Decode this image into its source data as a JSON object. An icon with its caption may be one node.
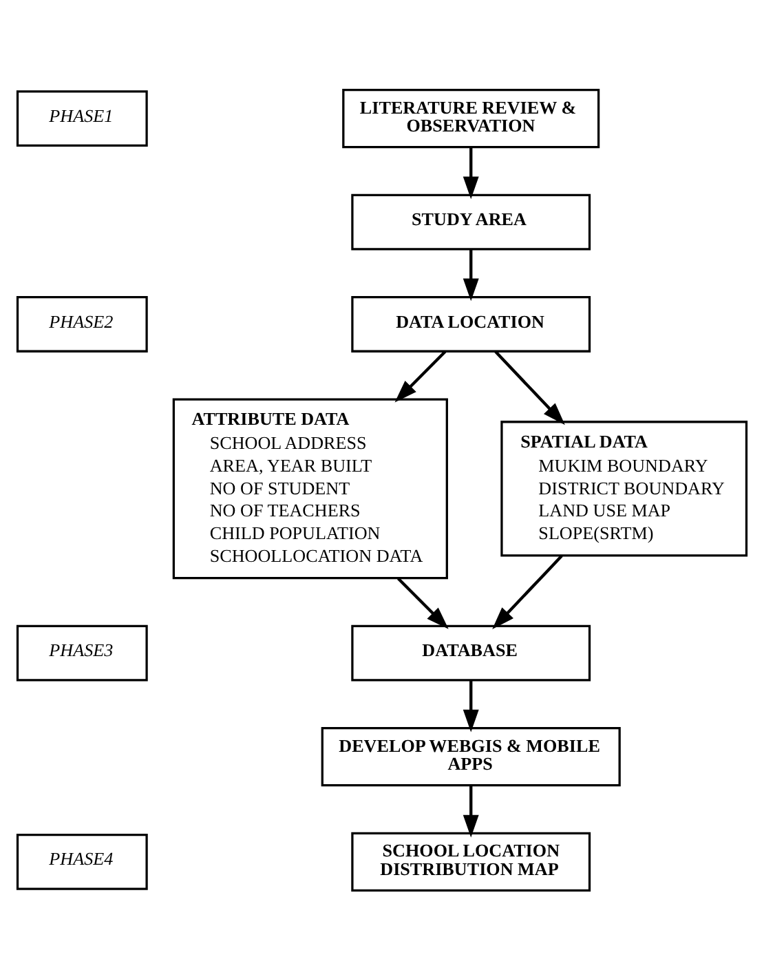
{
  "diagram": {
    "nodes": [
      {
        "text": [
          "PHASE1"
        ]
      },
      {
        "text": [
          "LITERATURE REVIEW & OBSERVATION"
        ]
      },
      {
        "text": [
          "STUDY AREA"
        ]
      },
      {
        "text": [
          "PHASE2"
        ]
      },
      {
        "text": [
          "DATA LOCATION"
        ]
      },
      {
        "text": [
          "ATTRIBUTE DATA",
          "SCHOOL ADDRESS",
          "AREA, YEAR BUILT",
          "NO OF STUDENT",
          "NO OF TEACHERS",
          "CHILD POPULATION",
          "SCHOOLLOCATION DATA"
        ]
      },
      {
        "text": [
          "SPATIAL DATA",
          "MUKIM BOUNDARY",
          "DISTRICT BOUNDARY",
          "LAND USE MAP",
          "SLOPE(SRTM)"
        ]
      },
      {
        "text": [
          "PHASE3"
        ]
      },
      {
        "text": [
          "DATABASE"
        ]
      },
      {
        "text": [
          "DEVELOP WEBGIS & MOBILE APPS"
        ]
      },
      {
        "text": [
          "PHASE4"
        ]
      },
      {
        "text": [
          "SCHOOL LOCATION DISTRIBUTION MAP"
        ]
      }
    ],
    "edges": [
      {
        "from": 1,
        "to": 2,
        "arrow": "to"
      },
      {
        "from": 2,
        "to": 4,
        "arrow": "to"
      },
      {
        "from": 4,
        "to": 5,
        "arrow": "to"
      },
      {
        "from": 4,
        "to": 6,
        "arrow": "to"
      },
      {
        "from": 5,
        "to": 8,
        "arrow": "to"
      },
      {
        "from": 6,
        "to": 8,
        "arrow": "to"
      },
      {
        "from": 8,
        "to": 9,
        "arrow": "to"
      },
      {
        "from": 9,
        "to": 11,
        "arrow": "to"
      }
    ]
  }
}
